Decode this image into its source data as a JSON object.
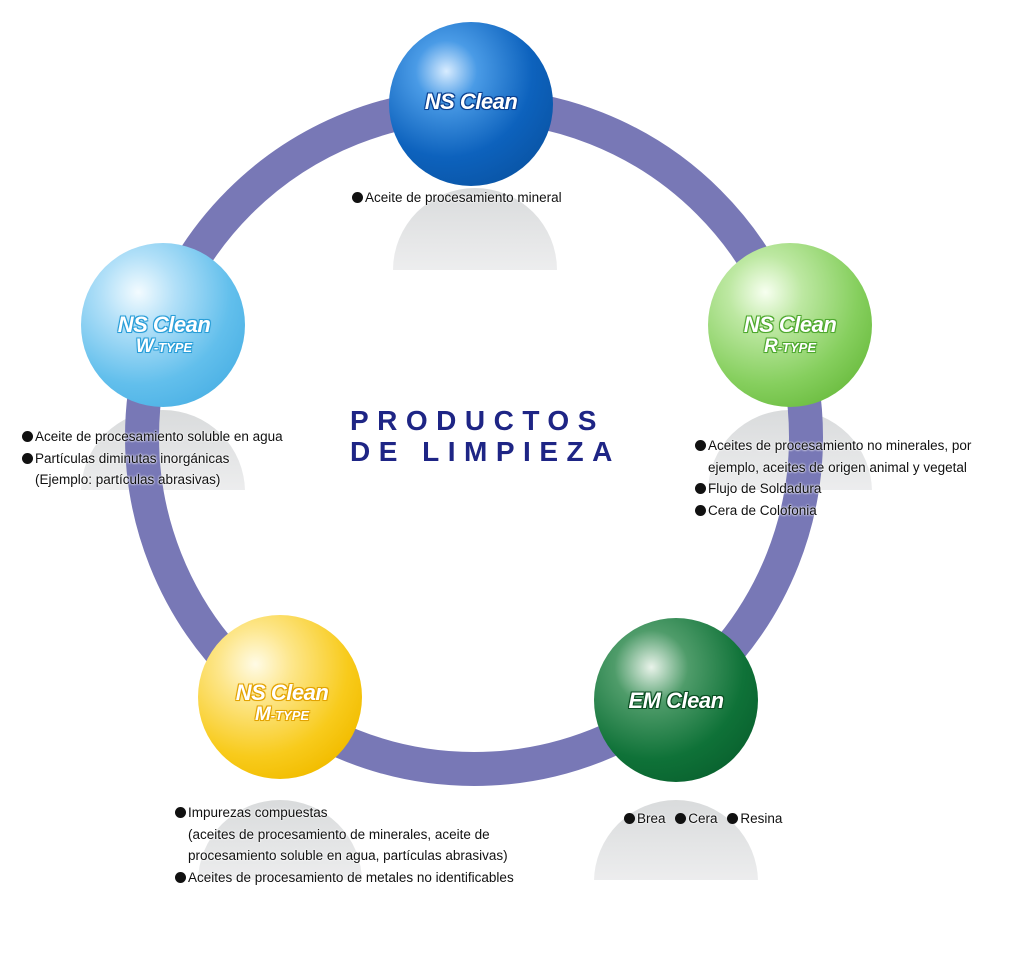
{
  "title": {
    "line1": "PRODUCTOS",
    "line2": "DE LIMPIEZA",
    "color": "#1e2585"
  },
  "ring": {
    "color": "#7878b6"
  },
  "products": [
    {
      "id": "ns-clean",
      "name": "NS Clean",
      "type_letter": "",
      "type_suffix": "",
      "color": "#1a6fc8",
      "notes": [
        {
          "text": "Aceite de procesamiento mineral",
          "cont": []
        }
      ]
    },
    {
      "id": "ns-clean-r-type",
      "name": "NS Clean",
      "type_letter": "R",
      "type_suffix": "-TYPE",
      "color": "#8fd46a",
      "notes": [
        {
          "text": "Aceites de procesamiento no minerales, por",
          "cont": [
            "ejemplo, aceites de origen animal y vegetal"
          ]
        },
        {
          "text": "Flujo de Soldadura",
          "cont": []
        },
        {
          "text": "Cera de Colofonia",
          "cont": []
        }
      ]
    },
    {
      "id": "em-clean",
      "name": "EM Clean",
      "type_letter": "",
      "type_suffix": "",
      "color": "#157a3f",
      "notes": [
        {
          "text": "Brea",
          "cont": []
        },
        {
          "text": "Cera",
          "cont": []
        },
        {
          "text": "Resina",
          "cont": []
        }
      ]
    },
    {
      "id": "ns-clean-m-type",
      "name": "NS Clean",
      "type_letter": "M",
      "type_suffix": "-TYPE",
      "color": "#f6c818",
      "notes": [
        {
          "text": "Impurezas compuestas",
          "cont": [
            "(aceites de procesamiento de minerales, aceite de",
            "procesamiento soluble en agua, partículas abrasivas)"
          ]
        },
        {
          "text": "Aceites de procesamiento de metales no identificables",
          "cont": []
        }
      ]
    },
    {
      "id": "ns-clean-w-type",
      "name": "NS Clean",
      "type_letter": "W",
      "type_suffix": "-TYPE",
      "color": "#66c2ee",
      "notes": [
        {
          "text": "Aceite de procesamiento soluble en agua",
          "cont": []
        },
        {
          "text": "Partículas diminutas inorgánicas",
          "cont": [
            "(Ejemplo: partículas abrasivas)"
          ]
        }
      ]
    }
  ]
}
